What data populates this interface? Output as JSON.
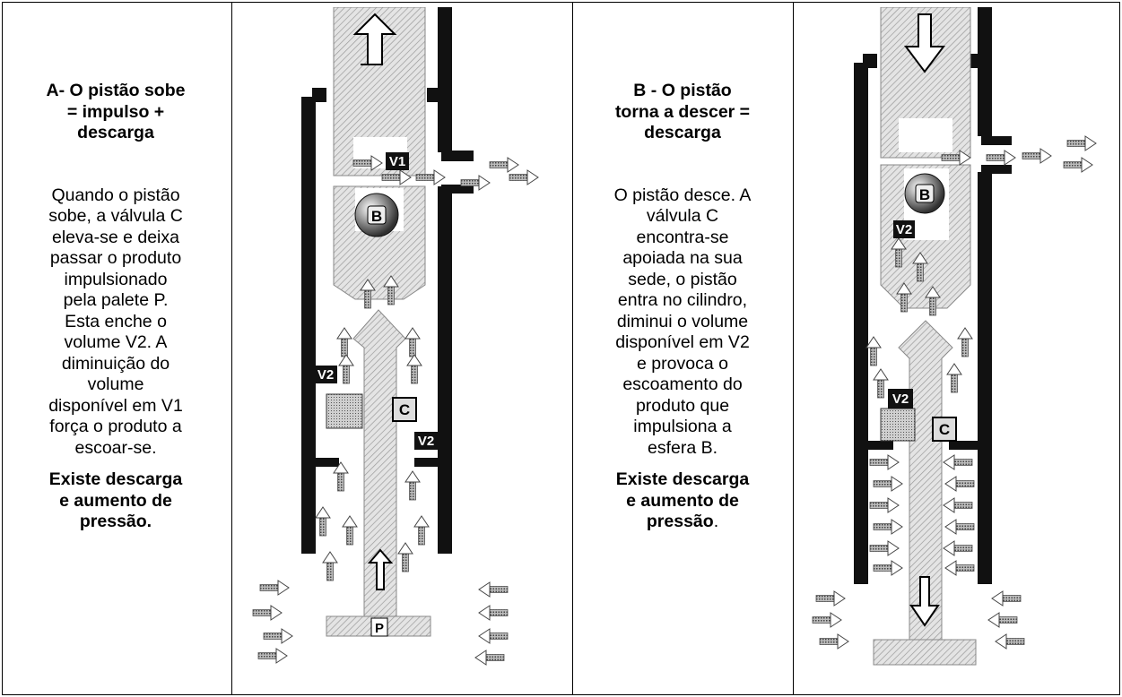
{
  "panel_a": {
    "title": "A- O pistão sobe = impulso + descarga",
    "title_lines": [
      "A- O pistão sobe",
      "= impulso +",
      "descarga"
    ],
    "body_lines": [
      "Quando o pistão",
      "sobe, a válvula C",
      "eleva-se e deixa",
      "passar o produto",
      "impulsionado",
      "pela palete P.",
      "Esta enche o",
      "volume V2. A",
      "diminuição do",
      "volume",
      "disponível em V1",
      "força o produto a",
      "escoar-se."
    ],
    "conclusion_lines": [
      "Existe descarga",
      "e aumento de",
      "pressão."
    ]
  },
  "panel_b": {
    "title_lines": [
      "B - O pistão",
      "torna a descer =",
      "descarga"
    ],
    "body_lines": [
      "O pistão desce. A",
      "válvula C",
      "encontra-se",
      "apoiada na sua",
      "sede, o pistão",
      "entra no cilindro,",
      "diminui o volume",
      "disponível em V2",
      "e provoca o",
      "escoamento do",
      "produto que",
      "impulsiona a",
      "esfera B."
    ],
    "conclusion_lines": [
      "Existe descarga",
      "e aumento de",
      "pressão"
    ],
    "conclusion_tail": "."
  },
  "diagram_a": {
    "labels": {
      "v1": "V1",
      "b": "B",
      "v2_left": "V2",
      "c": "C",
      "v2_right": "V2",
      "p": "P"
    }
  },
  "diagram_b": {
    "labels": {
      "b": "B",
      "v2_top": "V2",
      "v2_low": "V2",
      "c": "C"
    }
  }
}
